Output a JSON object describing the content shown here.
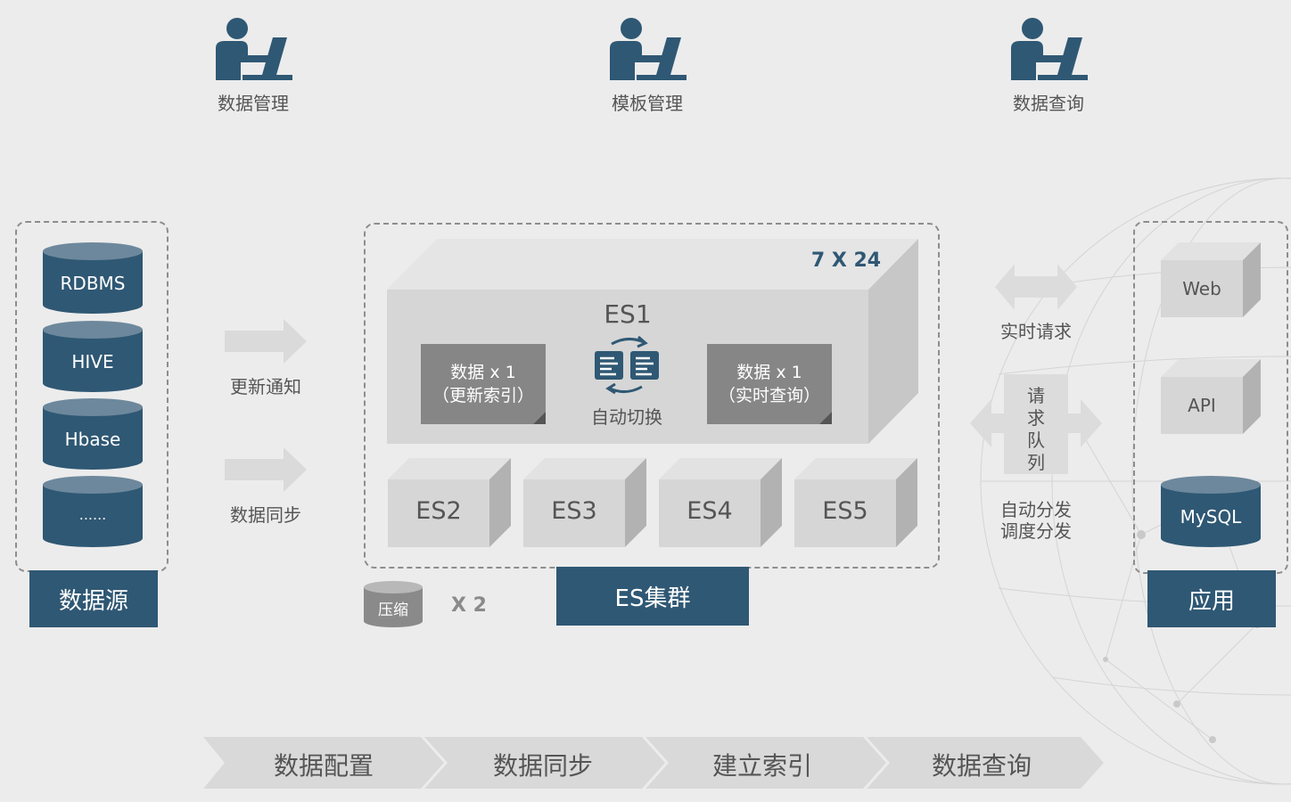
{
  "personas": [
    {
      "label": "数据管理"
    },
    {
      "label": "模板管理"
    },
    {
      "label": "数据查询"
    }
  ],
  "sources": {
    "items": [
      "RDBMS",
      "HIVE",
      "Hbase",
      "......"
    ],
    "title": "数据源"
  },
  "flows": {
    "update": "更新通知",
    "sync": "数据同步"
  },
  "cluster": {
    "availability": "7 X 24",
    "primary": "ES1",
    "left_box": {
      "line1": "数据 x 1",
      "line2": "（更新索引）"
    },
    "right_box": {
      "line1": "数据 x 1",
      "line2": "（实时查询）"
    },
    "switch_label": "自动切换",
    "nodes": [
      "ES2",
      "ES3",
      "ES4",
      "ES5"
    ],
    "title": "ES集群",
    "compress": "压缩",
    "multiplier": "X 2"
  },
  "routing": {
    "realtime": "实时请求",
    "queue_chars": [
      "请",
      "求",
      "队",
      "列"
    ],
    "auto_line1": "自动分发",
    "auto_line2": "调度分发"
  },
  "apps": {
    "items": [
      "Web",
      "API",
      "MySQL"
    ],
    "title": "应用"
  },
  "steps": [
    "数据配置",
    "数据同步",
    "建立索引",
    "数据查询"
  ],
  "colors": {
    "navy": "#2f5874",
    "gray_box": "#868686",
    "face_light": "#d6d6d6"
  }
}
